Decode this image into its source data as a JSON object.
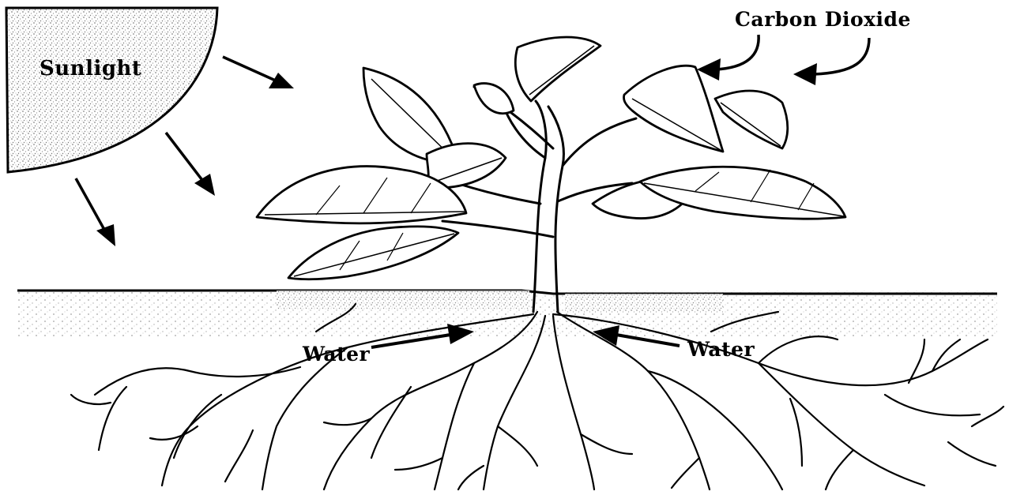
{
  "labels": {
    "sunlight": "Sunlight",
    "carbon_dioxide": "Carbon Dioxide",
    "water_left": "Water",
    "water_right": "Water"
  },
  "colors": {
    "ink": "#000000",
    "background": "#ffffff",
    "stipple": "#7a7a7a"
  }
}
